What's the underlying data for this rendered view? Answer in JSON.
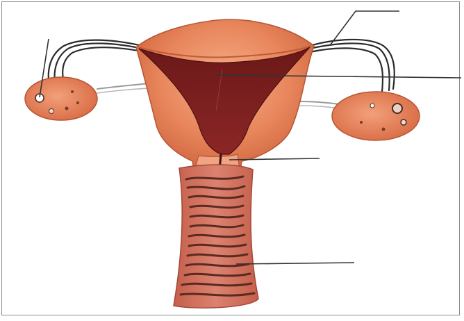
{
  "diagram": {
    "labels": [],
    "parts": [
      "ovary-left",
      "ovary-right",
      "fallopian-tube-left",
      "fallopian-tube-right",
      "uterus",
      "uterine-cavity",
      "cervix",
      "vagina"
    ],
    "colors": {
      "tissue": "#e07a52",
      "tissue_light": "#f3a37e",
      "tissue_dark": "#c9603c",
      "cavity": "#7a1f1f",
      "cavity_dark": "#5c1414",
      "vagina": "#cc6a55",
      "rugae": "#5a2a22",
      "tube": "#2b2b2b",
      "pointer": "#333333",
      "frame": "#8a8a8a"
    }
  }
}
